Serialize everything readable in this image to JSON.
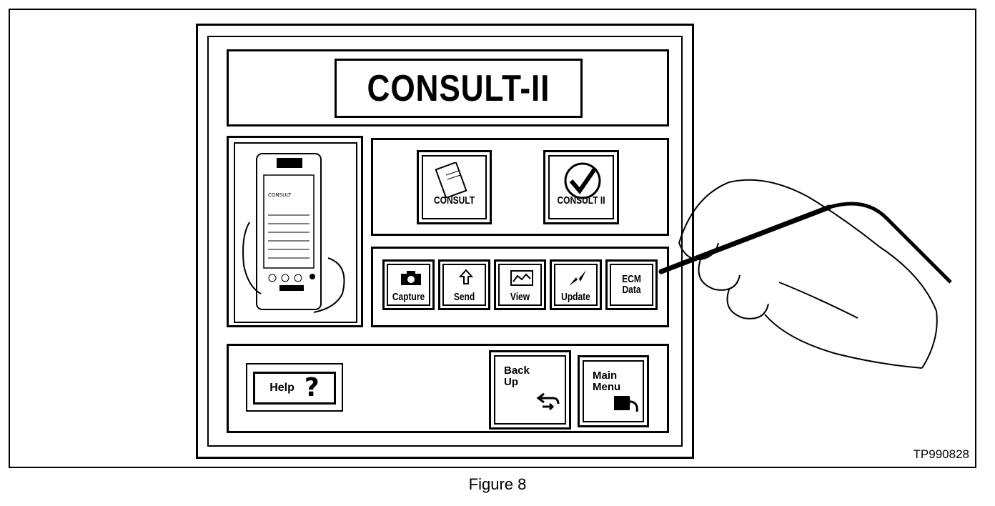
{
  "screen": {
    "title": "CONSULT-II",
    "systems": [
      {
        "label": "CONSULT",
        "icon": "consult-device-icon"
      },
      {
        "label": "CONSULT II",
        "icon": "consult-ii-checkmark-icon"
      }
    ],
    "functions": [
      {
        "label": "Capture",
        "icon": "camera-icon"
      },
      {
        "label": "Send",
        "icon": "up-arrow-icon"
      },
      {
        "label": "View",
        "icon": "graph-screen-icon"
      },
      {
        "label": "Update",
        "icon": "lightning-icon"
      },
      {
        "label": "ECM Data",
        "icon": "ecm-data-icon"
      }
    ],
    "help_label": "Help",
    "help_symbol": "?",
    "back_up_label": "Back Up",
    "main_menu_label": "Main Menu"
  },
  "figure_code": "TP990828",
  "figure_caption": "Figure 8"
}
